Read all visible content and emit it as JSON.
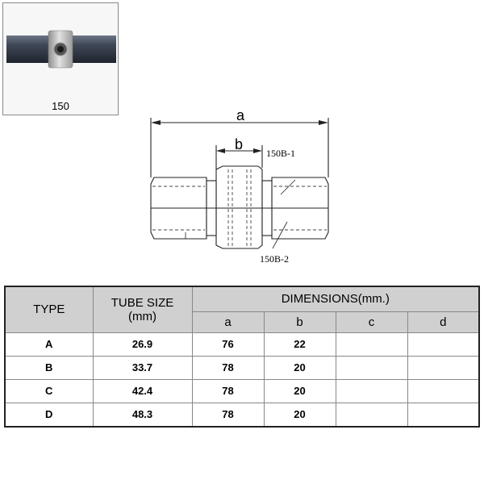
{
  "product": {
    "code": "150"
  },
  "drawing": {
    "dim_a": "a",
    "dim_b": "b",
    "part_1": "150B-1",
    "part_2": "150B-2"
  },
  "table": {
    "headers": {
      "type": "TYPE",
      "tube_size": "TUBE SIZE",
      "tube_unit": "(mm)",
      "dimensions": "DIMENSIONS(mm.)",
      "cols": [
        "a",
        "b",
        "c",
        "d"
      ]
    },
    "rows": [
      {
        "type": "A",
        "tube_size": "26.9",
        "a": "76",
        "b": "22",
        "c": "",
        "d": ""
      },
      {
        "type": "B",
        "tube_size": "33.7",
        "a": "78",
        "b": "20",
        "c": "",
        "d": ""
      },
      {
        "type": "C",
        "tube_size": "42.4",
        "a": "78",
        "b": "20",
        "c": "",
        "d": ""
      },
      {
        "type": "D",
        "tube_size": "48.3",
        "a": "78",
        "b": "20",
        "c": "",
        "d": ""
      }
    ]
  }
}
